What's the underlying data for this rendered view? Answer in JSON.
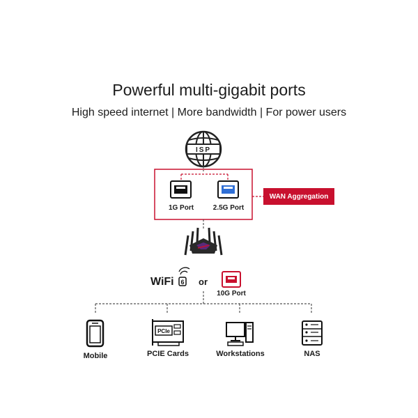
{
  "header": {
    "title": "Powerful multi-gigabit ports",
    "subtitle": "High speed internet | More bandwidth | For power users"
  },
  "isp": {
    "label": "ISP"
  },
  "wan_box": {
    "port_1g_label": "1G Port",
    "port_25g_label": "2.5G Port",
    "badge": "WAN Aggregation"
  },
  "connection": {
    "wifi_label": "WiFi",
    "wifi_version": "6",
    "or_label": "or",
    "port_10g_label": "10G Port"
  },
  "devices": [
    {
      "label": "Mobile",
      "icon": "mobile-icon"
    },
    {
      "label": "PCIE Cards",
      "icon": "pcie-card-icon",
      "card_text": "PCIe"
    },
    {
      "label": "Workstations",
      "icon": "workstation-icon"
    },
    {
      "label": "NAS",
      "icon": "nas-icon"
    }
  ],
  "colors": {
    "accent_red": "#c8102e",
    "port_blue": "#2f6fd6",
    "line_gray": "#555555"
  }
}
